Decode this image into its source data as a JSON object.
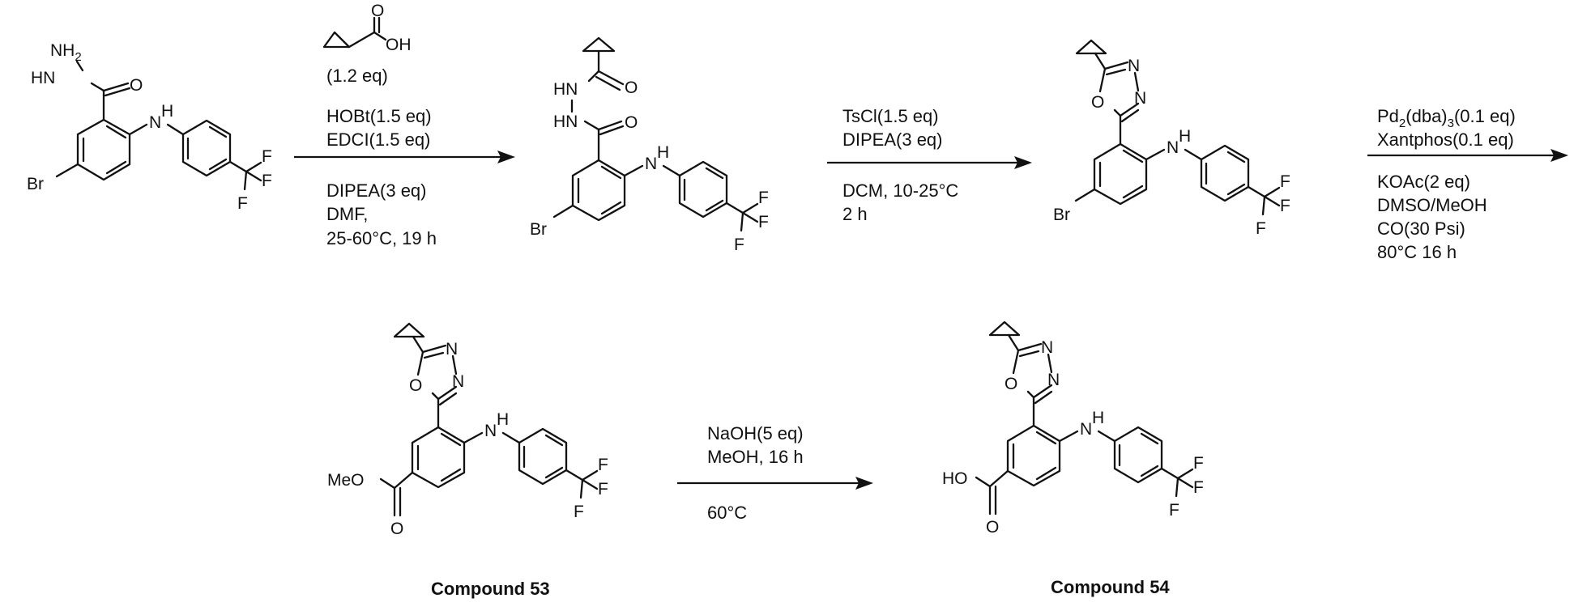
{
  "atoms": {
    "nh2": "NH2",
    "hn": "HN",
    "hn2": "HN",
    "o": "O",
    "oh": "OH",
    "h": "H",
    "n": "N",
    "br": "Br",
    "f": "F",
    "meo": "MeO",
    "ho": "HO"
  },
  "step1": {
    "reagent_note": "(1.2 eq)",
    "lines_above": [
      "HOBt(1.5 eq)",
      "EDCI(1.5 eq)"
    ],
    "lines_below": [
      "DIPEA(3 eq)",
      "DMF,",
      "25-60°C, 19 h"
    ]
  },
  "step2": {
    "lines_above": [
      "TsCl(1.5 eq)",
      "DIPEA(3 eq)"
    ],
    "lines_below": [
      "DCM, 10-25°C",
      "2 h"
    ]
  },
  "step3": {
    "lines_above": [
      "Pd2(dba)3(0.1 eq)",
      "Xantphos(0.1 eq)"
    ],
    "lines_below": [
      "KOAc(2 eq)",
      "DMSO/MeOH",
      "CO(30 Psi)",
      "80°C 16 h"
    ]
  },
  "step4": {
    "lines_above": [
      "NaOH(5 eq)",
      "MeOH, 16 h"
    ],
    "lines_below": [
      "60°C"
    ]
  },
  "labels": {
    "compound_53": "Compound 53",
    "compound_54": "Compound 54"
  }
}
